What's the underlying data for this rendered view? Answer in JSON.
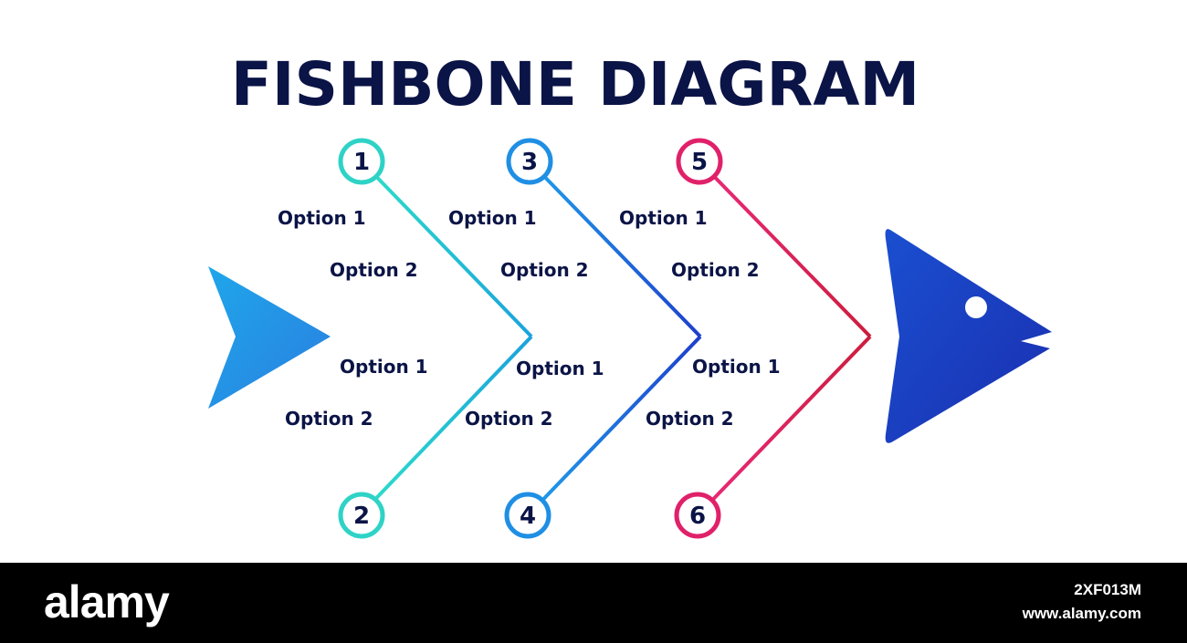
{
  "title": "FISHBONE DIAGRAM",
  "colors": {
    "title": "#0b1446",
    "group1": "#2ed3c6",
    "group2": "#1f8fe4",
    "group3": "#e0216a",
    "head": "#1a3fc0",
    "tail": "#2a93e6"
  },
  "bones": [
    {
      "number": "1",
      "option1": "Option 1",
      "option2": "Option 2"
    },
    {
      "number": "2",
      "option1": "Option 1",
      "option2": "Option 2"
    },
    {
      "number": "3",
      "option1": "Option 1",
      "option2": "Option 2"
    },
    {
      "number": "4",
      "option1": "Option 1",
      "option2": "Option 2"
    },
    {
      "number": "5",
      "option1": "Option 1",
      "option2": "Option 2"
    },
    {
      "number": "6",
      "option1": "Option 1",
      "option2": "Option 2"
    }
  ],
  "footer": {
    "brand": "alamy",
    "image_id": "2XF013M",
    "site": "www.alamy.com"
  }
}
